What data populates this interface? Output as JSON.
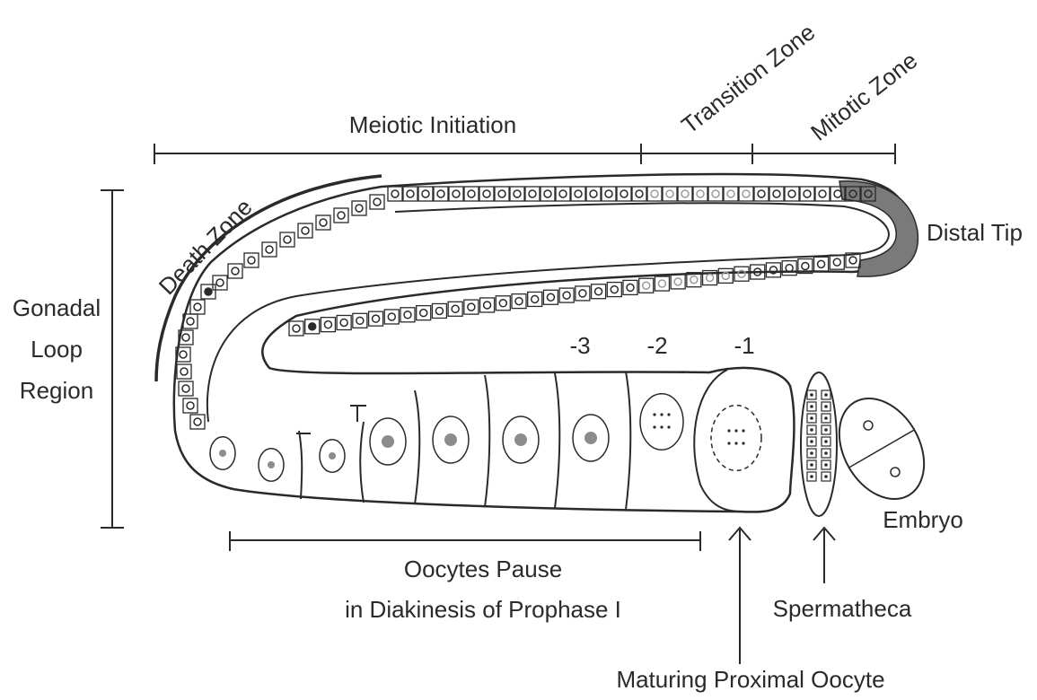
{
  "labels": {
    "meiotic_initiation": "Meiotic Initiation",
    "transition_zone": "Transition Zone",
    "mitotic_zone": "Mitotic Zone",
    "death_zone": "Death Zone",
    "distal_tip": "Distal Tip",
    "gonadal_loop": [
      "Gonadal",
      "Loop",
      "Region"
    ],
    "oocytes_pause": [
      "Oocytes Pause",
      "in Diakinesis of Prophase I"
    ],
    "spermatheca": "Spermatheca",
    "embryo": "Embryo",
    "maturing_oocyte": "Maturing Proximal Oocyte",
    "oocyte_positions": [
      "-3",
      "-2",
      "-1"
    ]
  },
  "colors": {
    "line": "#2a2a2a",
    "distal_tip_cap": "#7a7a7a",
    "transition_nuclei": "#9a9a9a",
    "oocyte_nucleus": "#8c8c8c"
  }
}
